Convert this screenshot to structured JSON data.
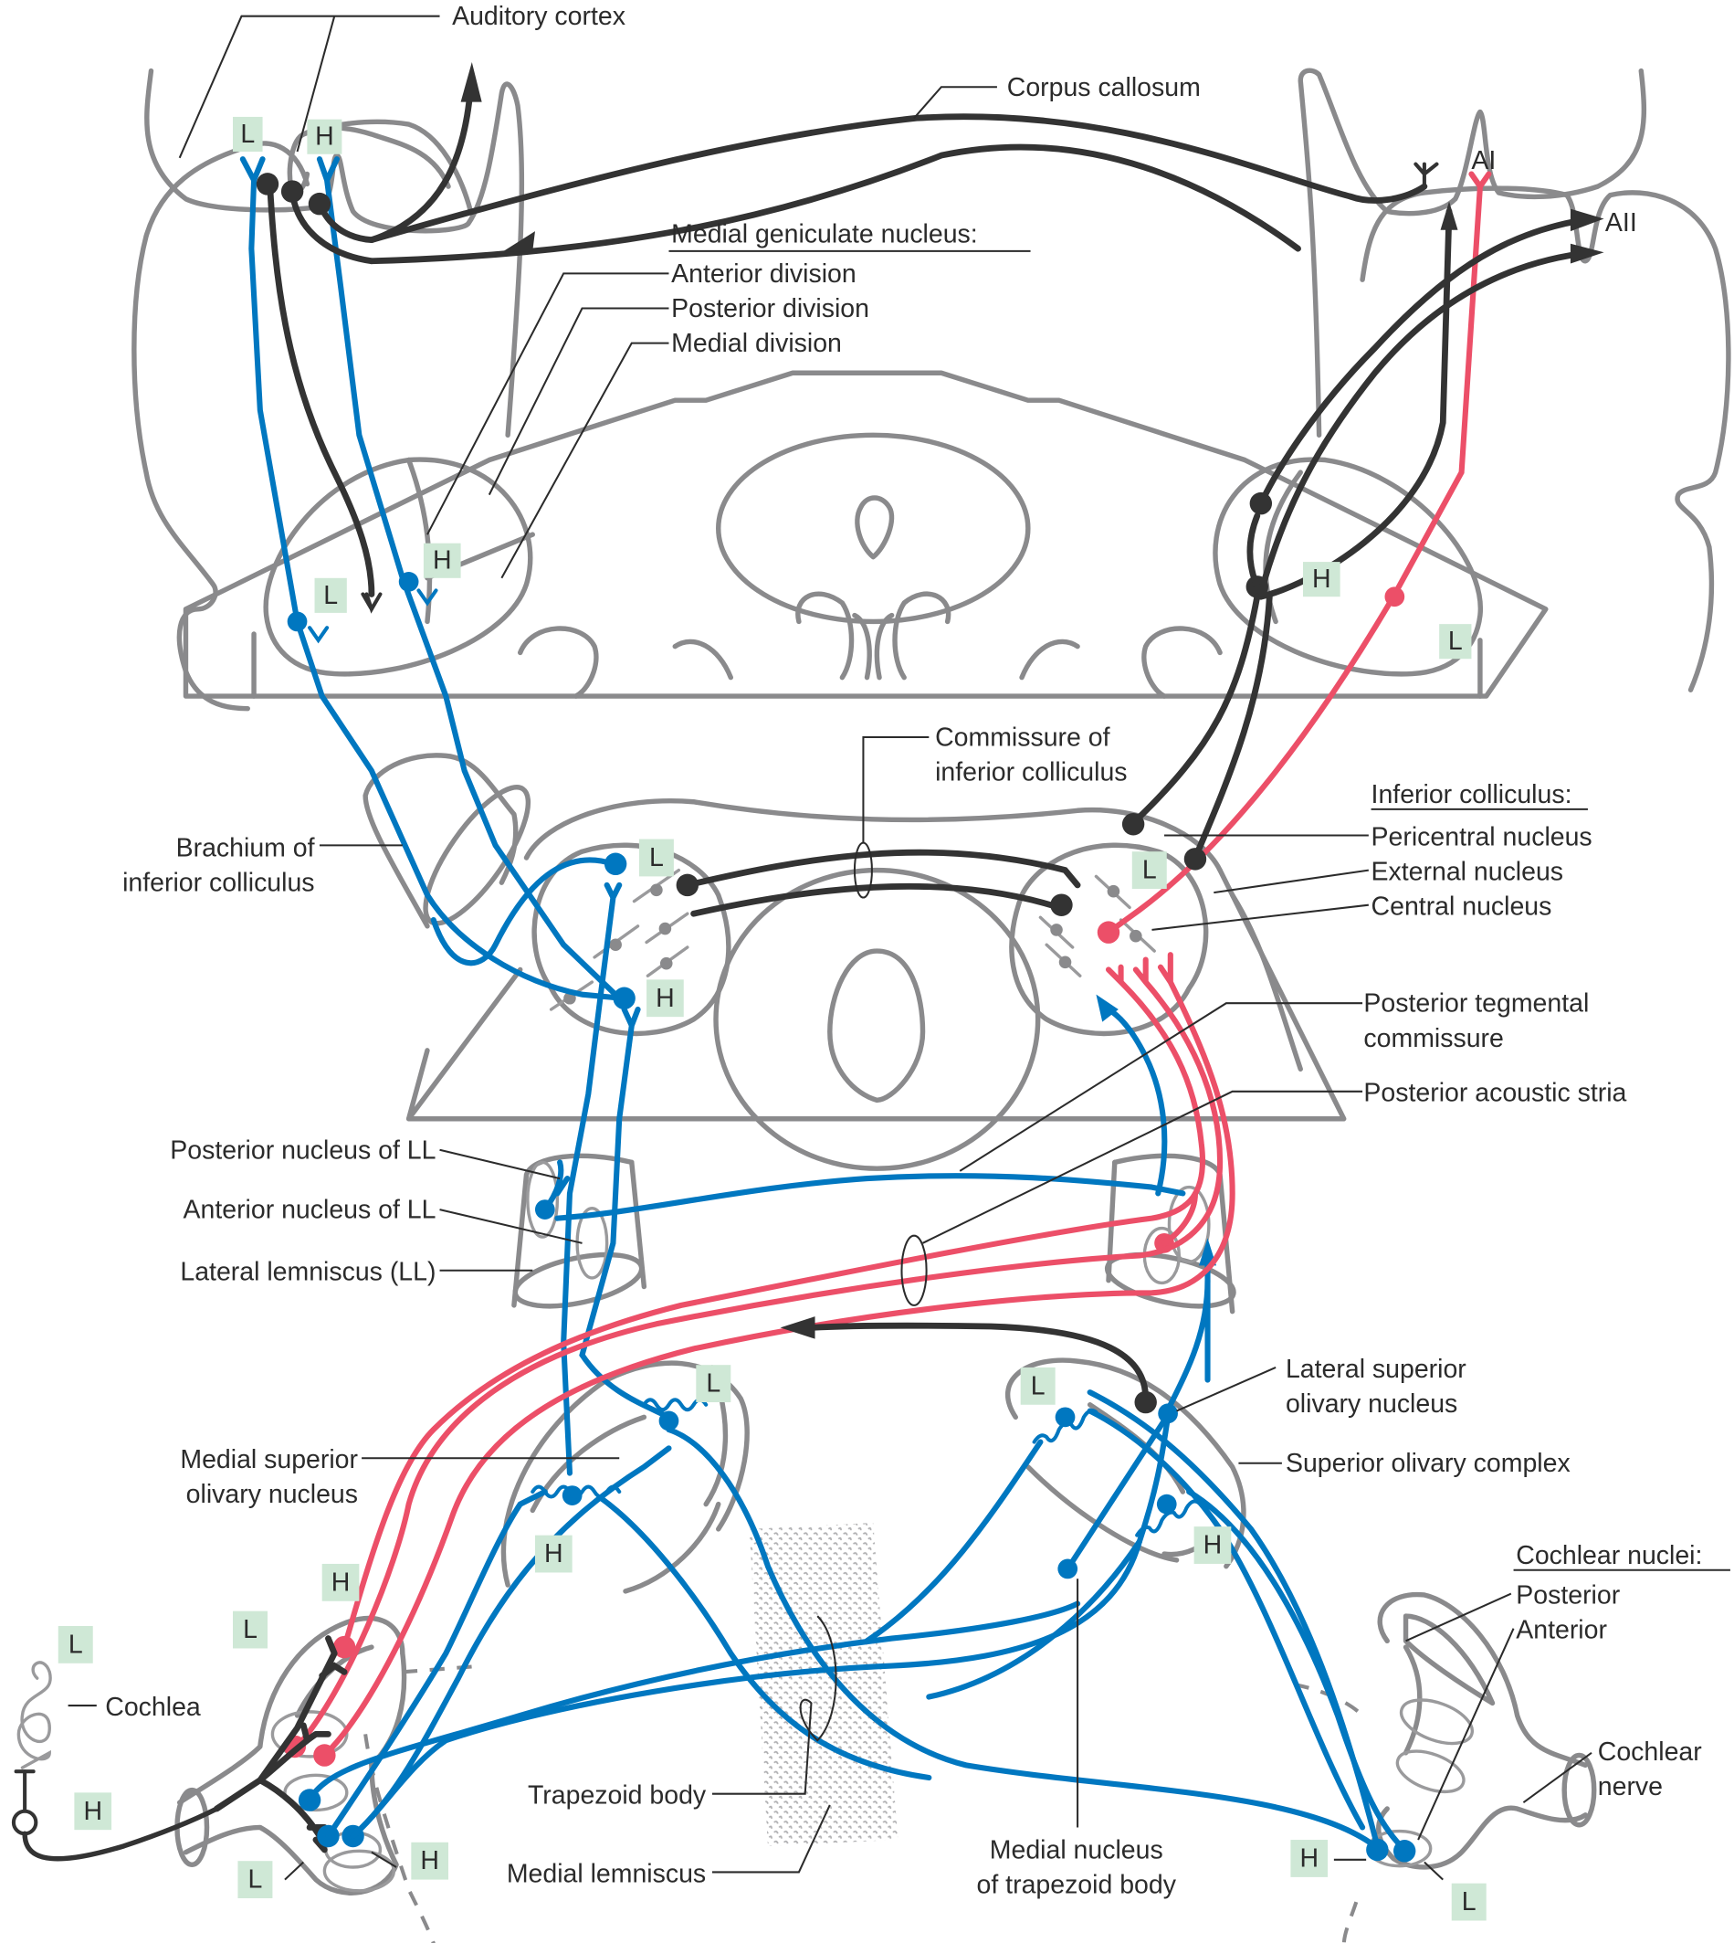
{
  "figure": {
    "subject": "Central auditory pathways",
    "colors": {
      "ipsilateral_pathway": "#ec4f68",
      "contralateral_pathway": "#0077c0",
      "descending_commissural": "#333333",
      "structure_outline": "#8a8a8c",
      "frequency_tag_bg": "#cfe8d6"
    }
  },
  "labels": {
    "auditory_cortex": "Auditory cortex",
    "corpus_callosum": "Corpus callosum",
    "mgn_heading": "Medial geniculate nucleus:",
    "mgn_anterior": "Anterior division",
    "mgn_posterior": "Posterior division",
    "mgn_medial": "Medial division",
    "ai": "AI",
    "aii": "AII",
    "commissure_ic_1": "Commissure of",
    "commissure_ic_2": "inferior colliculus",
    "brachium_1": "Brachium of",
    "brachium_2": "inferior colliculus",
    "ic_heading": "Inferior colliculus:",
    "ic_pericentral": "Pericentral nucleus",
    "ic_external": "External nucleus",
    "ic_central": "Central nucleus",
    "ptc_1": "Posterior tegmental",
    "ptc_2": "commissure",
    "pas": "Posterior acoustic stria",
    "post_nucleus_ll": "Posterior nucleus of LL",
    "ant_nucleus_ll": "Anterior nucleus of LL",
    "lateral_lemniscus": "Lateral lemniscus (LL)",
    "mso_1": "Medial superior",
    "mso_2": "olivary nucleus",
    "lso_1": "Lateral superior",
    "lso_2": "olivary nucleus",
    "soc": "Superior olivary complex",
    "cn_heading": "Cochlear nuclei:",
    "cn_posterior": "Posterior",
    "cn_anterior": "Anterior",
    "cochlear_nerve_1": "Cochlear",
    "cochlear_nerve_2": "nerve",
    "cochlea": "Cochlea",
    "trapezoid_body": "Trapezoid body",
    "medial_lemniscus": "Medial lemniscus",
    "mntb_1": "Medial nucleus",
    "mntb_2": "of trapezoid body"
  },
  "frequency_tags": {
    "low": "L",
    "high": "H"
  }
}
